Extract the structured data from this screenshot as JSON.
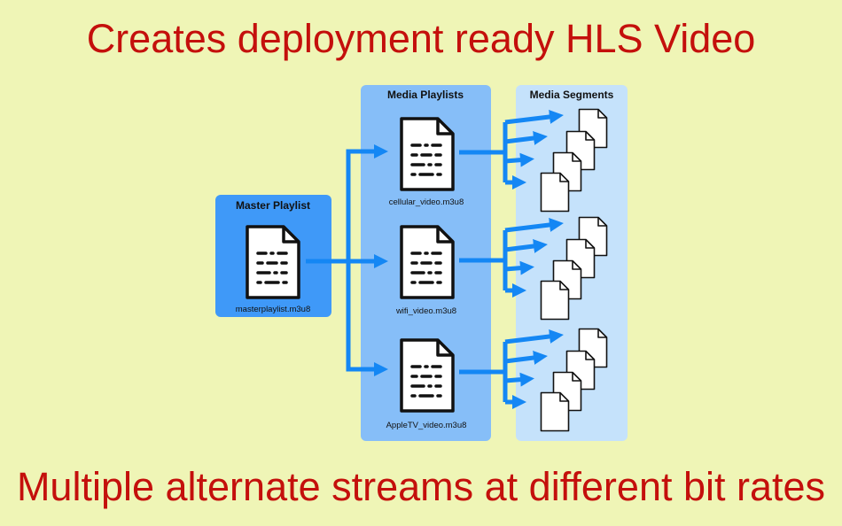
{
  "title": "Creates deployment ready HLS Video",
  "subtitle": "Multiple alternate streams at different bit rates",
  "diagram": {
    "master_panel": {
      "heading": "Master Playlist",
      "file": "masterplaylist.m3u8"
    },
    "media_panel": {
      "heading": "Media Playlists",
      "files": [
        "cellular_video.m3u8",
        "wifi_video.m3u8",
        "AppleTV_video.m3u8"
      ]
    },
    "segments_panel": {
      "heading": "Media Segments"
    },
    "colors": {
      "background": "#eff5b6",
      "headline": "#c4100c",
      "master_panel": "#3f99f8",
      "media_panel": "#86bef8",
      "segments_panel": "#c5e2fb",
      "arrow": "#1487f4",
      "document": "#ffffff",
      "outline": "#111111"
    },
    "icons": [
      "document-icon",
      "arrow-right-icon"
    ]
  }
}
